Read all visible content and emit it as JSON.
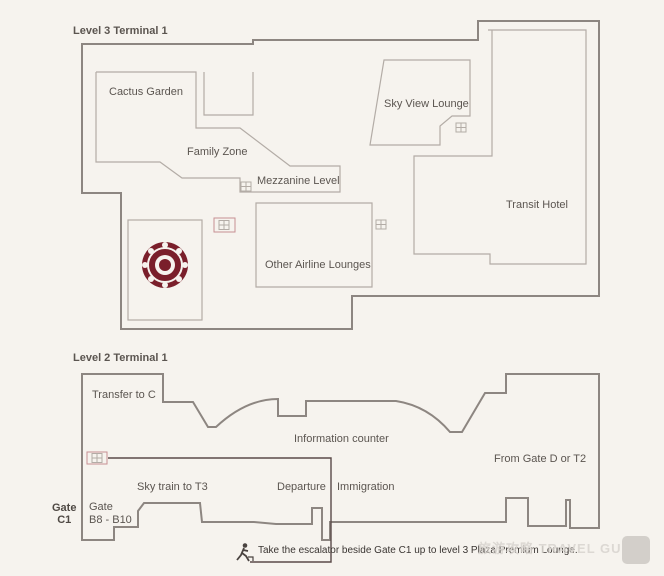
{
  "levels": {
    "level3_title": "Level 3 Terminal 1",
    "level2_title": "Level 2 Terminal 1"
  },
  "level3": {
    "cactus_garden": "Cactus Garden",
    "family_zone": "Family Zone",
    "mezzanine_level": "Mezzanine Level",
    "sky_view_lounge": "Sky View Lounge",
    "transit_hotel": "Transit Hotel",
    "other_airline_lounges": "Other Airline Lounges"
  },
  "level2": {
    "transfer_to_c": "Transfer to C",
    "information_counter": "Information counter",
    "from_gate_d": "From Gate D or T2",
    "sky_train": "Sky train to T3",
    "departure": "Departure",
    "immigration": "Immigration",
    "gate_c1_big": "Gate\nC1",
    "gate_b8_b10": "Gate\nB8 - B10"
  },
  "directions": {
    "note": "Take the escalator beside Gate C1 up to level 3 Plaza Premium Lounge."
  },
  "icons": [
    "escalator-icon",
    "lounge-marker-icon",
    "walking-person-icon"
  ],
  "colors": {
    "background": "#f6f3ee",
    "wall": "#8d8681",
    "lounge_marker": "#7a1f2b",
    "route": "#5a4a48"
  },
  "watermark": {
    "text": "旅游攻略 TRAVEL GUIDE"
  }
}
